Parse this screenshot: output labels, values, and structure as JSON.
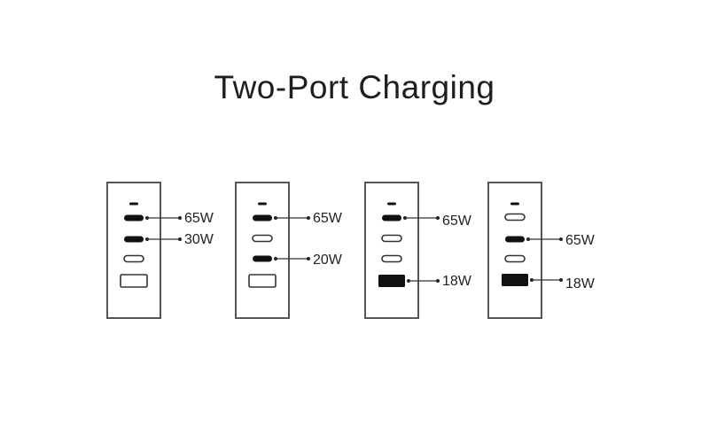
{
  "title": "Two-Port Charging",
  "colors": {
    "outline": "#555555",
    "port_active": "#111111",
    "text": "#222222"
  },
  "chargers": [
    {
      "name": "config-1",
      "ports": [
        {
          "type": "usb-c-small",
          "active": true,
          "label": ""
        },
        {
          "type": "usb-c",
          "active": true,
          "label": "65W"
        },
        {
          "type": "usb-c",
          "active": true,
          "label": "30W"
        },
        {
          "type": "usb-c",
          "active": false,
          "label": ""
        },
        {
          "type": "usb-a",
          "active": false,
          "label": ""
        }
      ]
    },
    {
      "name": "config-2",
      "ports": [
        {
          "type": "usb-c-small",
          "active": true,
          "label": ""
        },
        {
          "type": "usb-c",
          "active": true,
          "label": "65W"
        },
        {
          "type": "usb-c",
          "active": false,
          "label": ""
        },
        {
          "type": "usb-c",
          "active": true,
          "label": "20W"
        },
        {
          "type": "usb-a",
          "active": false,
          "label": ""
        }
      ]
    },
    {
      "name": "config-3",
      "ports": [
        {
          "type": "usb-c-small",
          "active": true,
          "label": ""
        },
        {
          "type": "usb-c",
          "active": true,
          "label": "65W"
        },
        {
          "type": "usb-c",
          "active": false,
          "label": ""
        },
        {
          "type": "usb-c",
          "active": false,
          "label": ""
        },
        {
          "type": "usb-a",
          "active": true,
          "label": "18W"
        }
      ]
    },
    {
      "name": "config-4",
      "ports": [
        {
          "type": "usb-c-small",
          "active": true,
          "label": ""
        },
        {
          "type": "usb-c",
          "active": false,
          "label": ""
        },
        {
          "type": "usb-c",
          "active": true,
          "label": "65W"
        },
        {
          "type": "usb-c",
          "active": false,
          "label": ""
        },
        {
          "type": "usb-a",
          "active": true,
          "label": "18W"
        }
      ]
    }
  ]
}
